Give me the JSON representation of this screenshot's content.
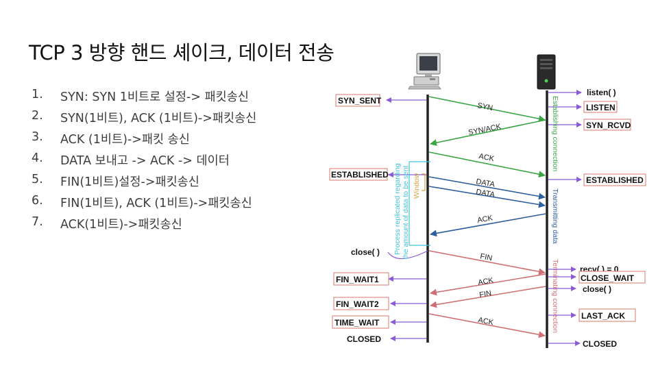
{
  "title": "TCP 3 방향 핸드 셰이크, 데이터 전송",
  "steps": [
    {
      "num": "1.",
      "text": "SYN: SYN 1비트로 설정-> 패킷송신"
    },
    {
      "num": "2.",
      "text": "SYN(1비트), ACK (1비트)->패킷송신"
    },
    {
      "num": "3.",
      "text": "ACK (1비트)->패킷 송신"
    },
    {
      "num": "4.",
      "text": "DATA 보내고 -> ACK -> 데이터"
    },
    {
      "num": "5.",
      "text": "FIN(1비트)설정->패킷송신"
    },
    {
      "num": "6.",
      "text": "FIN(1비트), ACK (1비트)->패킷송신"
    },
    {
      "num": "7.",
      "text": "ACK(1비트)->패킷송신"
    }
  ],
  "diagram": {
    "client_states": {
      "syn_sent": "SYN_SENT",
      "established": "ESTABLISHED",
      "close_call": "close( )",
      "fin_wait1": "FIN_WAIT1",
      "fin_wait2": "FIN_WAIT2",
      "time_wait": "TIME_WAIT",
      "closed": "CLOSED"
    },
    "server_states": {
      "listen_call": "listen( )",
      "listen": "LISTEN",
      "syn_rcvd": "SYN_RCVD",
      "established": "ESTABLISHED",
      "recv_call": "recv( ) = 0",
      "close_wait": "CLOSE_WAIT",
      "close_call": "close( )",
      "last_ack": "LAST_ACK",
      "closed": "CLOSED"
    },
    "messages": {
      "syn": "SYN",
      "syn_ack": "SYN/ACK",
      "ack1": "ACK",
      "data1": "DATA",
      "data2": "DATA",
      "ack2": "ACK",
      "fin1": "FIN",
      "ack3": "ACK",
      "fin2": "FIN",
      "ack4": "ACK"
    },
    "phases": {
      "establishing": "Establishing connection",
      "transmitting": "Transmitting data",
      "terminating": "Terminating connection"
    },
    "process_note_line1": "Process replicated regarding",
    "process_note_line2": "the amount of data to be sent",
    "window": "Window",
    "colors": {
      "green": "#3aa544",
      "blue": "#2f5f9e",
      "red": "#cf6f72",
      "purple": "#8a5ad9",
      "cyan": "#3fc4d8",
      "orange": "#d9a23c",
      "box_border": "#d9776c"
    }
  }
}
